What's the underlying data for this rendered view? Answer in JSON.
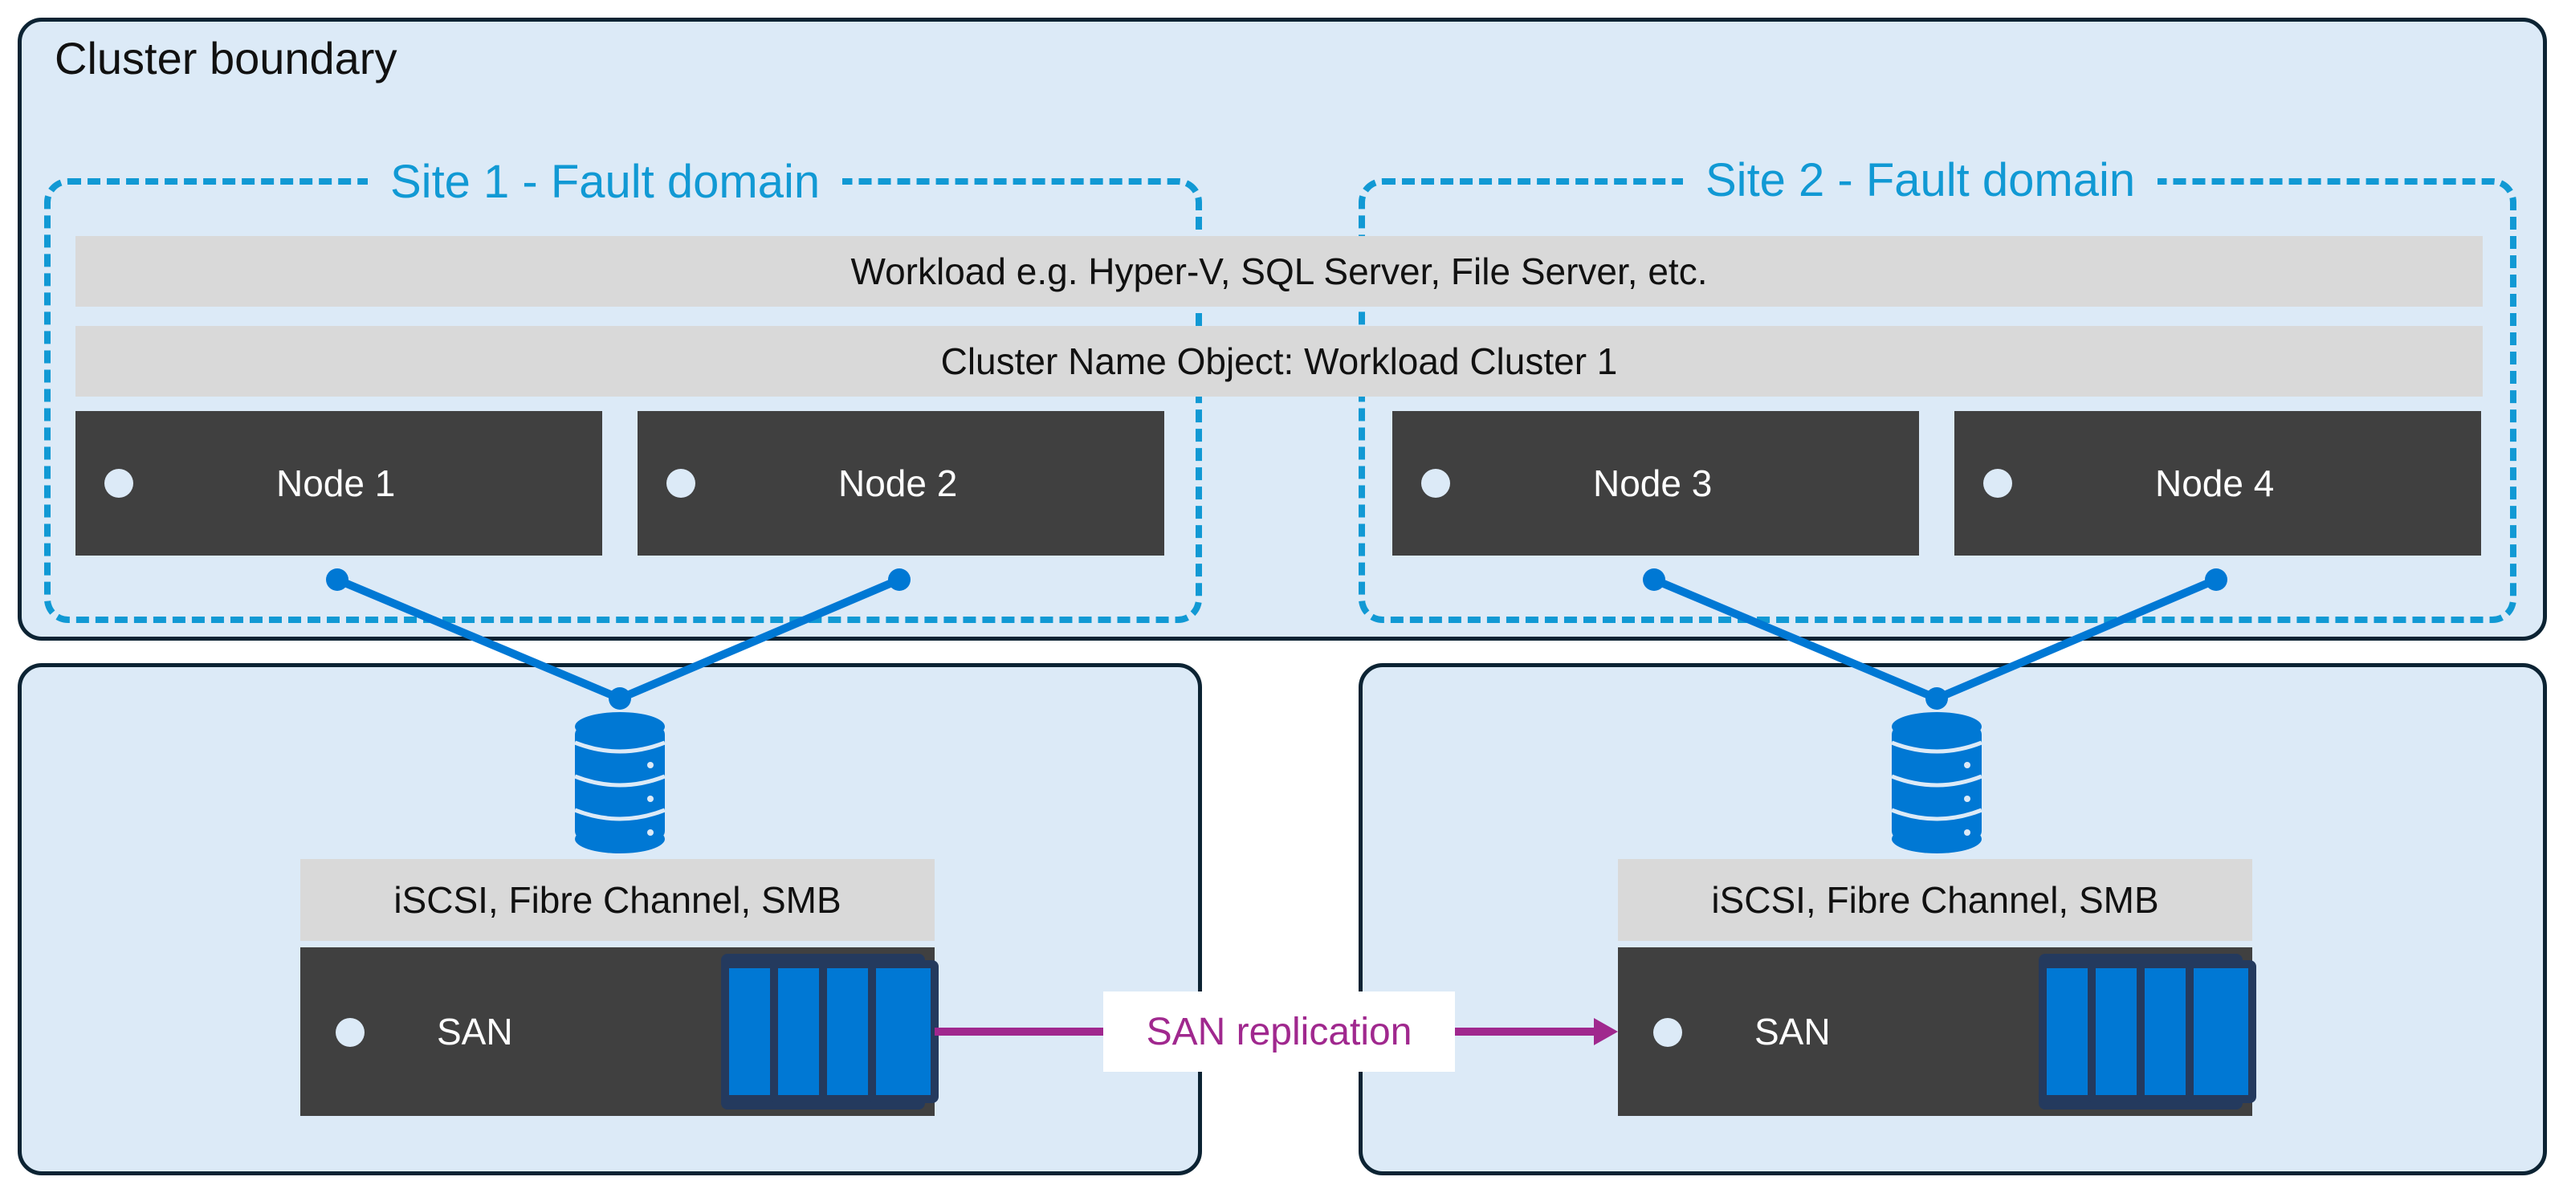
{
  "cluster": {
    "title": "Cluster boundary"
  },
  "sites": [
    {
      "label": "Site 1 - Fault domain"
    },
    {
      "label": "Site 2 - Fault domain"
    }
  ],
  "workload_bar": "Workload e.g. Hyper-V, SQL Server, File Server, etc.",
  "cno_bar": "Cluster Name Object: Workload Cluster 1",
  "nodes": [
    {
      "label": "Node 1"
    },
    {
      "label": "Node 2"
    },
    {
      "label": "Node 3"
    },
    {
      "label": "Node 4"
    }
  ],
  "storage": [
    {
      "protocols": "iSCSI, Fibre Channel, SMB",
      "san_label": "SAN",
      "drives": 4
    },
    {
      "protocols": "iSCSI, Fibre Channel, SMB",
      "san_label": "SAN",
      "drives": 4
    }
  ],
  "replication": {
    "label": "SAN replication",
    "direction": "site1-to-site2"
  },
  "colors": {
    "panel_bg": "#dceaf7",
    "panel_border": "#0c2333",
    "fault_domain": "#1199d4",
    "link": "#0078d4",
    "replication": "#a0288e",
    "node_bg": "#404040",
    "bar_bg": "#d9d9d9"
  }
}
